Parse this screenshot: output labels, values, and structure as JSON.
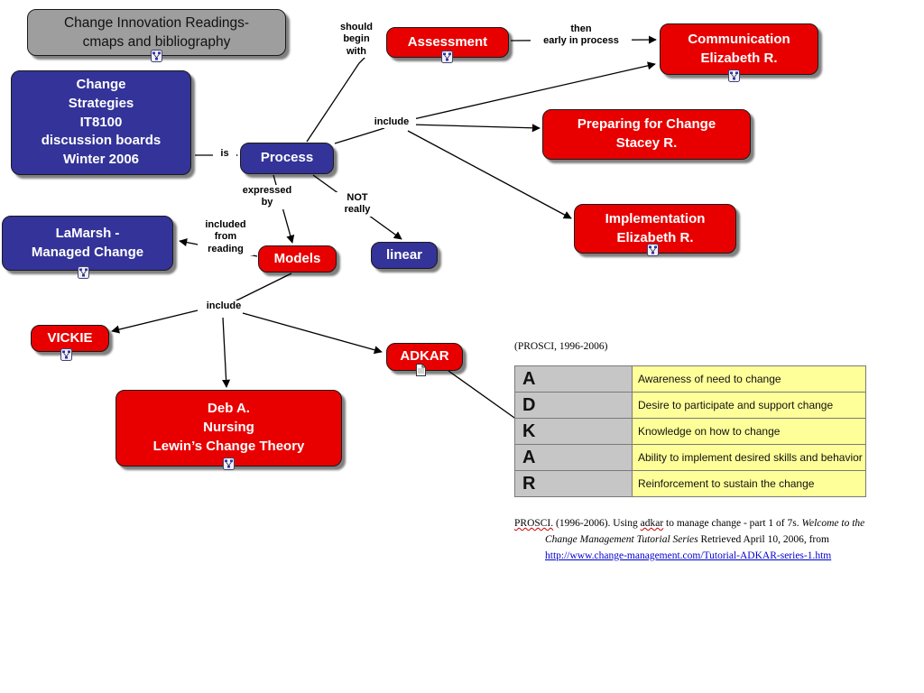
{
  "colors": {
    "node_blue": "#333399",
    "node_red": "#e80000",
    "title_gray": "#9e9e9e",
    "table_left_col": "#c6c6c6",
    "table_right_col": "#ffff99",
    "link_blue": "#0000cc"
  },
  "title_box": {
    "text": "Change Innovation Readings-\ncmaps and bibliography"
  },
  "nodes": {
    "change_strategies": {
      "text": "Change\nStrategies\nIT8100\ndiscussion boards\nWinter 2006"
    },
    "process": {
      "text": "Process"
    },
    "assessment": {
      "text": "Assessment"
    },
    "communication": {
      "text": "Communication\nElizabeth R."
    },
    "preparing_for_change": {
      "text": "Preparing for Change\nStacey R."
    },
    "implementation": {
      "text": "Implementation\nElizabeth R."
    },
    "lamarsh": {
      "text": "LaMarsh -\nManaged Change"
    },
    "models": {
      "text": "Models"
    },
    "linear": {
      "text": "linear"
    },
    "vickie": {
      "text": "VICKIE"
    },
    "adkar": {
      "text": "ADKAR"
    },
    "deb": {
      "text": "Deb A.\nNursing\nLewin’s Change Theory"
    }
  },
  "link_labels": {
    "is": "is",
    "should_begin_with": "should\nbegin\nwith",
    "then_early": "then\nearly in process",
    "include_top": "include",
    "expressed_by": "expressed\nby",
    "not_really": "NOT\nreally",
    "included_from_reading": "included\nfrom\nreading",
    "include_bottom": "include"
  },
  "prosci": {
    "caption": "(PROSCI, 1996-2006)",
    "table": {
      "rows": [
        {
          "letter": "A",
          "text": "Awareness of need to change"
        },
        {
          "letter": "D",
          "text": "Desire to participate and support change"
        },
        {
          "letter": "K",
          "text": "Knowledge on how to change"
        },
        {
          "letter": "A",
          "text": "Ability to implement desired skills and behavior"
        },
        {
          "letter": "R",
          "text": "Reinforcement to sustain the change"
        }
      ]
    },
    "citation": {
      "p1": "PROSCI.",
      "p2": " (1996-2006). Using ",
      "p3": "adkar",
      "p4": " to manage change - part 1 of 7s. ",
      "italic1": "Welcome to the",
      "italic2": "Change Management Tutorial Series",
      "p5": "   Retrieved April 10, 2006, from",
      "link": "http://www.change-management.com/Tutorial-ADKAR-series-1.htm"
    }
  }
}
